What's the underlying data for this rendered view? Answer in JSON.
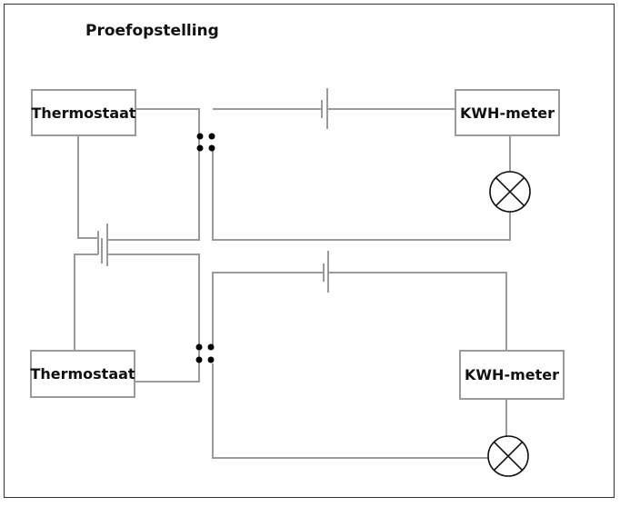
{
  "title": "Proefopstelling",
  "upper_circuit": {
    "thermostat_label": "Thermostaat",
    "meter_label": "KWH-meter"
  },
  "lower_circuit": {
    "thermostat_label": "Thermostaat",
    "meter_label": "KWH-meter"
  },
  "colors": {
    "wire": "#9a9a9a",
    "terminal": "#000000",
    "text": "#111111"
  },
  "icons": [
    "relay-contact-icon",
    "battery-icon",
    "lamp-icon",
    "switch-contact-icon"
  ]
}
